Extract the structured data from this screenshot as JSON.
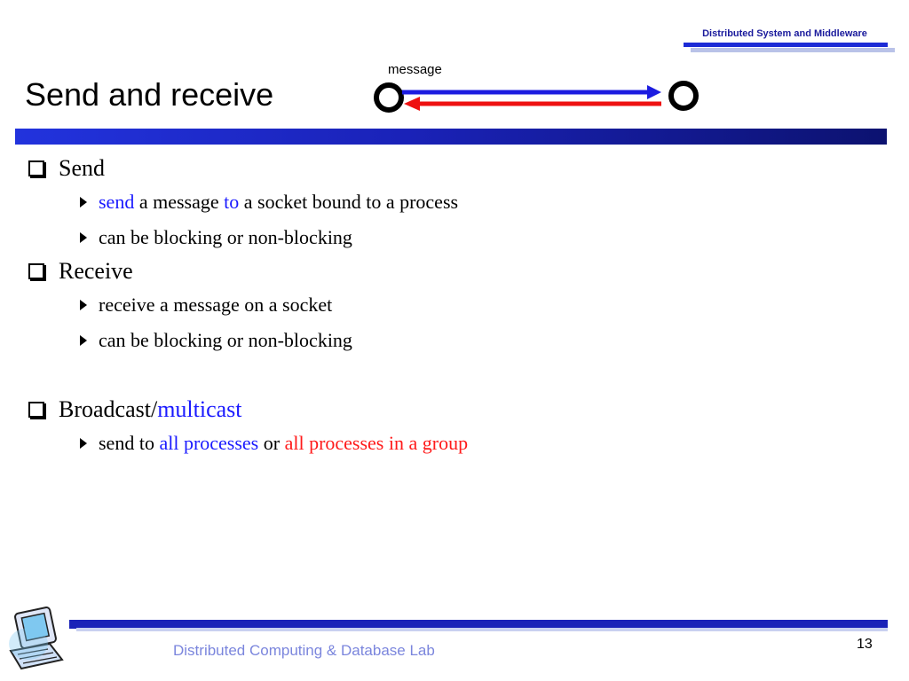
{
  "header": {
    "tag": "Distributed System and Middleware"
  },
  "slide": {
    "title": "Send and receive"
  },
  "diagram": {
    "label": "message",
    "forward_color": "#1c1ce0",
    "backward_color": "#ee1111"
  },
  "content": {
    "send": {
      "heading": "Send",
      "bullet1": {
        "p1": "send",
        "p2": " a message ",
        "p3": "to",
        "p4": " a socket bound to a process"
      },
      "bullet2": "can be blocking or non-blocking"
    },
    "receive": {
      "heading": "Receive",
      "bullet1": "receive a message on a socket",
      "bullet2": "can be blocking or non-blocking"
    },
    "broadcast": {
      "heading_p1": "Broadcast/",
      "heading_p2": "multicast",
      "bullet1": {
        "p1": "send to ",
        "p2": "all processes",
        "p3": " or ",
        "p4": "all processes in a group"
      }
    }
  },
  "footer": {
    "lab": "Distributed Computing & Database Lab",
    "page": "13"
  },
  "colors": {
    "accent_blue": "#1a1aff",
    "accent_red": "#ff1a1a",
    "bar_blue": "#1a22b8"
  },
  "icons": {
    "bullet_l1": "checkbox-icon",
    "bullet_l2": "triangle-arrow-icon",
    "logo": "computer-logo-icon"
  }
}
